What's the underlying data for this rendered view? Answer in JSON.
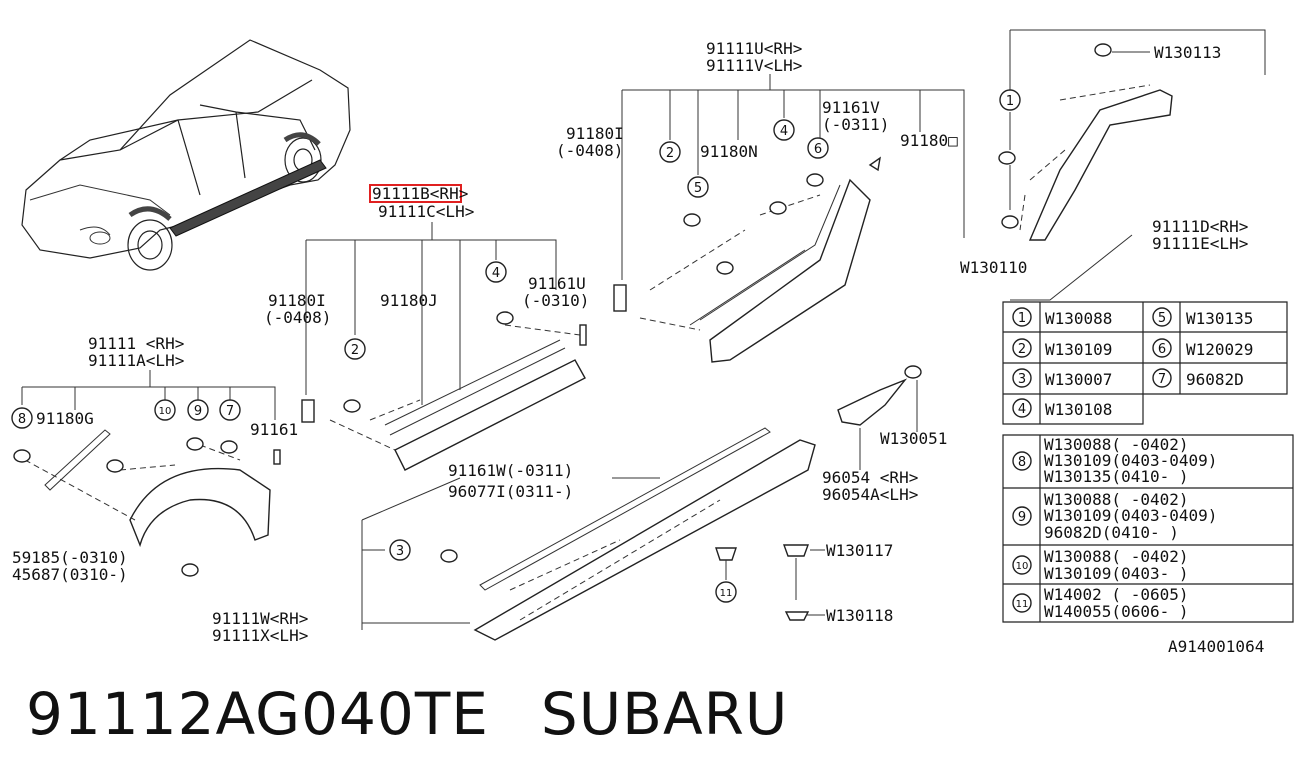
{
  "highlight_color": "#e02020",
  "footer": {
    "part_number": "91112AG040TE",
    "brand": "SUBARU"
  },
  "diagram_code": "A914001064",
  "labels": {
    "u_rh": "91111U<RH>",
    "u_lh": "91111V<LH>",
    "b_rh": "91111B<RH>",
    "b_lh": "91111C<LH>",
    "main_rh": "91111 <RH>",
    "main_lh": "91111A<LH>",
    "d_rh": "91111D<RH>",
    "d_lh": "91111E<LH>",
    "w_rh": "91111W<RH>",
    "w_lh": "91111X<LH>",
    "p91180I_a": "91180I",
    "p91180I_a2": "(-0408)",
    "p91180I_b": "91180I",
    "p91180I_b2": "(-0408)",
    "p91180N": "91180N",
    "p91180J": "91180J",
    "p91180G": "91180G",
    "p91180O": "91180□",
    "p91161V": "91161V",
    "p91161V2": "(-0311)",
    "p91161U": "91161U",
    "p91161U2": "(-0310)",
    "p91161": "91161",
    "p91161W": "91161W(-0311)",
    "p96077I": "96077I(0311-)",
    "p59185": "59185(-0310)",
    "p45687": "45687(0310-)",
    "w130113": "W130113",
    "w130110": "W130110",
    "w130051": "W130051",
    "w130117": "W130117",
    "w130118": "W130118",
    "p96054_rh": "96054 <RH>",
    "p96054_lh": "96054A<LH>"
  },
  "callouts": [
    "1",
    "2",
    "3",
    "4",
    "5",
    "6",
    "7",
    "8",
    "9",
    "10",
    "11"
  ],
  "legend_simple": [
    {
      "num": "1",
      "part": "W130088"
    },
    {
      "num": "5",
      "part": "W130135"
    },
    {
      "num": "2",
      "part": "W130109"
    },
    {
      "num": "6",
      "part": "W120029"
    },
    {
      "num": "3",
      "part": "W130007"
    },
    {
      "num": "7",
      "part": "96082D"
    },
    {
      "num": "4",
      "part": "W130108"
    }
  ],
  "legend_dated": [
    {
      "num": "8",
      "lines": [
        "W130088(  -0402)",
        "W130109(0403-0409)",
        "W130135(0410-  )"
      ]
    },
    {
      "num": "9",
      "lines": [
        "W130088(  -0402)",
        "W130109(0403-0409)",
        "96082D(0410-  )"
      ]
    },
    {
      "num": "10",
      "lines": [
        "W130088(  -0402)",
        "W130109(0403-  )"
      ]
    },
    {
      "num": "11",
      "lines": [
        "W14002 (  -0605)",
        "W140055(0606-  )"
      ]
    }
  ]
}
